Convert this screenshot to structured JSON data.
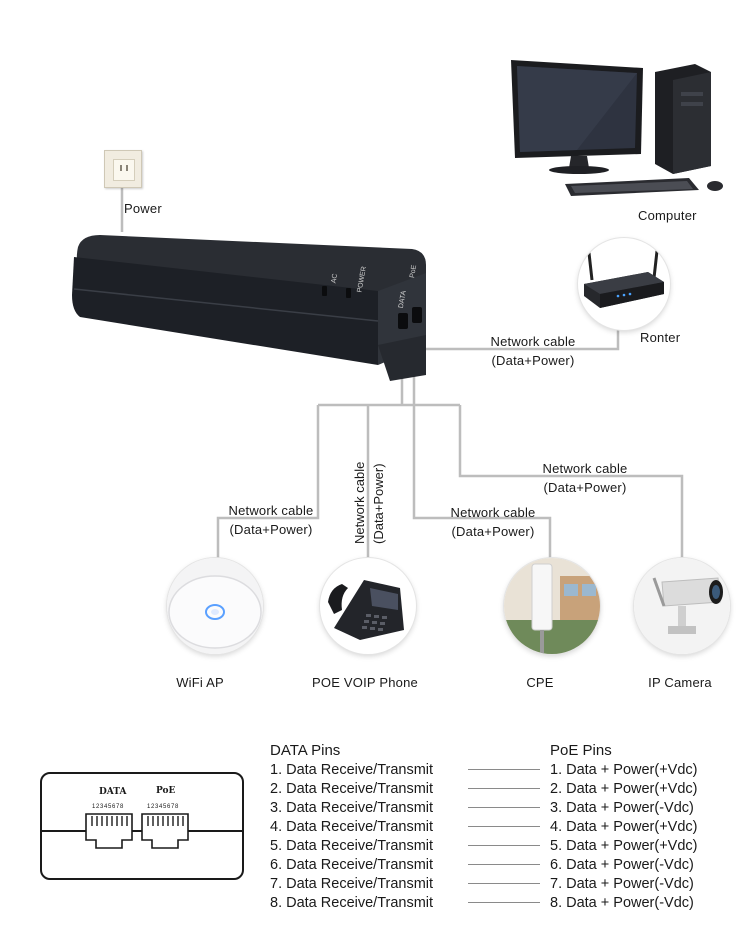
{
  "labels": {
    "power": "Power",
    "computer": "Computer",
    "router": "Ronter",
    "router_cable_line1": "Network cable",
    "router_cable_line2": "(Data+Power)",
    "wifi_cable_line1": "Network cable",
    "wifi_cable_line2": "(Data+Power)",
    "phone_cable_line1": "Network cable",
    "phone_cable_line2": "(Data+Power)",
    "cpe_cable_line1": "Network cable",
    "cpe_cable_line2": "(Data+Power)",
    "camera_cable_line1": "Network cable",
    "camera_cable_line2": "(Data+Power)"
  },
  "injector": {
    "port_labels": [
      "AC",
      "POWER",
      "DATA",
      "PoE"
    ]
  },
  "devices": [
    {
      "key": "wifi",
      "label": "WiFi AP"
    },
    {
      "key": "phone",
      "label": "POE VOIP Phone"
    },
    {
      "key": "cpe",
      "label": "CPE"
    },
    {
      "key": "camera",
      "label": "IP Camera"
    }
  ],
  "port_diagram": {
    "data_label": "DATA",
    "poe_label": "PoE",
    "data_pin_numbers": "1 2 3 4 5 6 7 8",
    "poe_pin_numbers": "1 2 3 4 5 6 7 8"
  },
  "pins": {
    "data_header": "DATA Pins",
    "poe_header": "PoE Pins",
    "data": [
      "1. Data Receive/Transmit",
      "2. Data Receive/Transmit",
      "3. Data Receive/Transmit",
      "4. Data Receive/Transmit",
      "5. Data Receive/Transmit",
      "6. Data Receive/Transmit",
      "7. Data Receive/Transmit",
      "8. Data Receive/Transmit"
    ],
    "poe": [
      "1. Data + Power(+Vdc)",
      "2. Data + Power(+Vdc)",
      "3. Data + Power(-Vdc)",
      "4. Data + Power(+Vdc)",
      "5. Data + Power(+Vdc)",
      "6. Data + Power(-Vdc)",
      "7. Data + Power(-Vdc)",
      "8. Data + Power(-Vdc)"
    ]
  }
}
